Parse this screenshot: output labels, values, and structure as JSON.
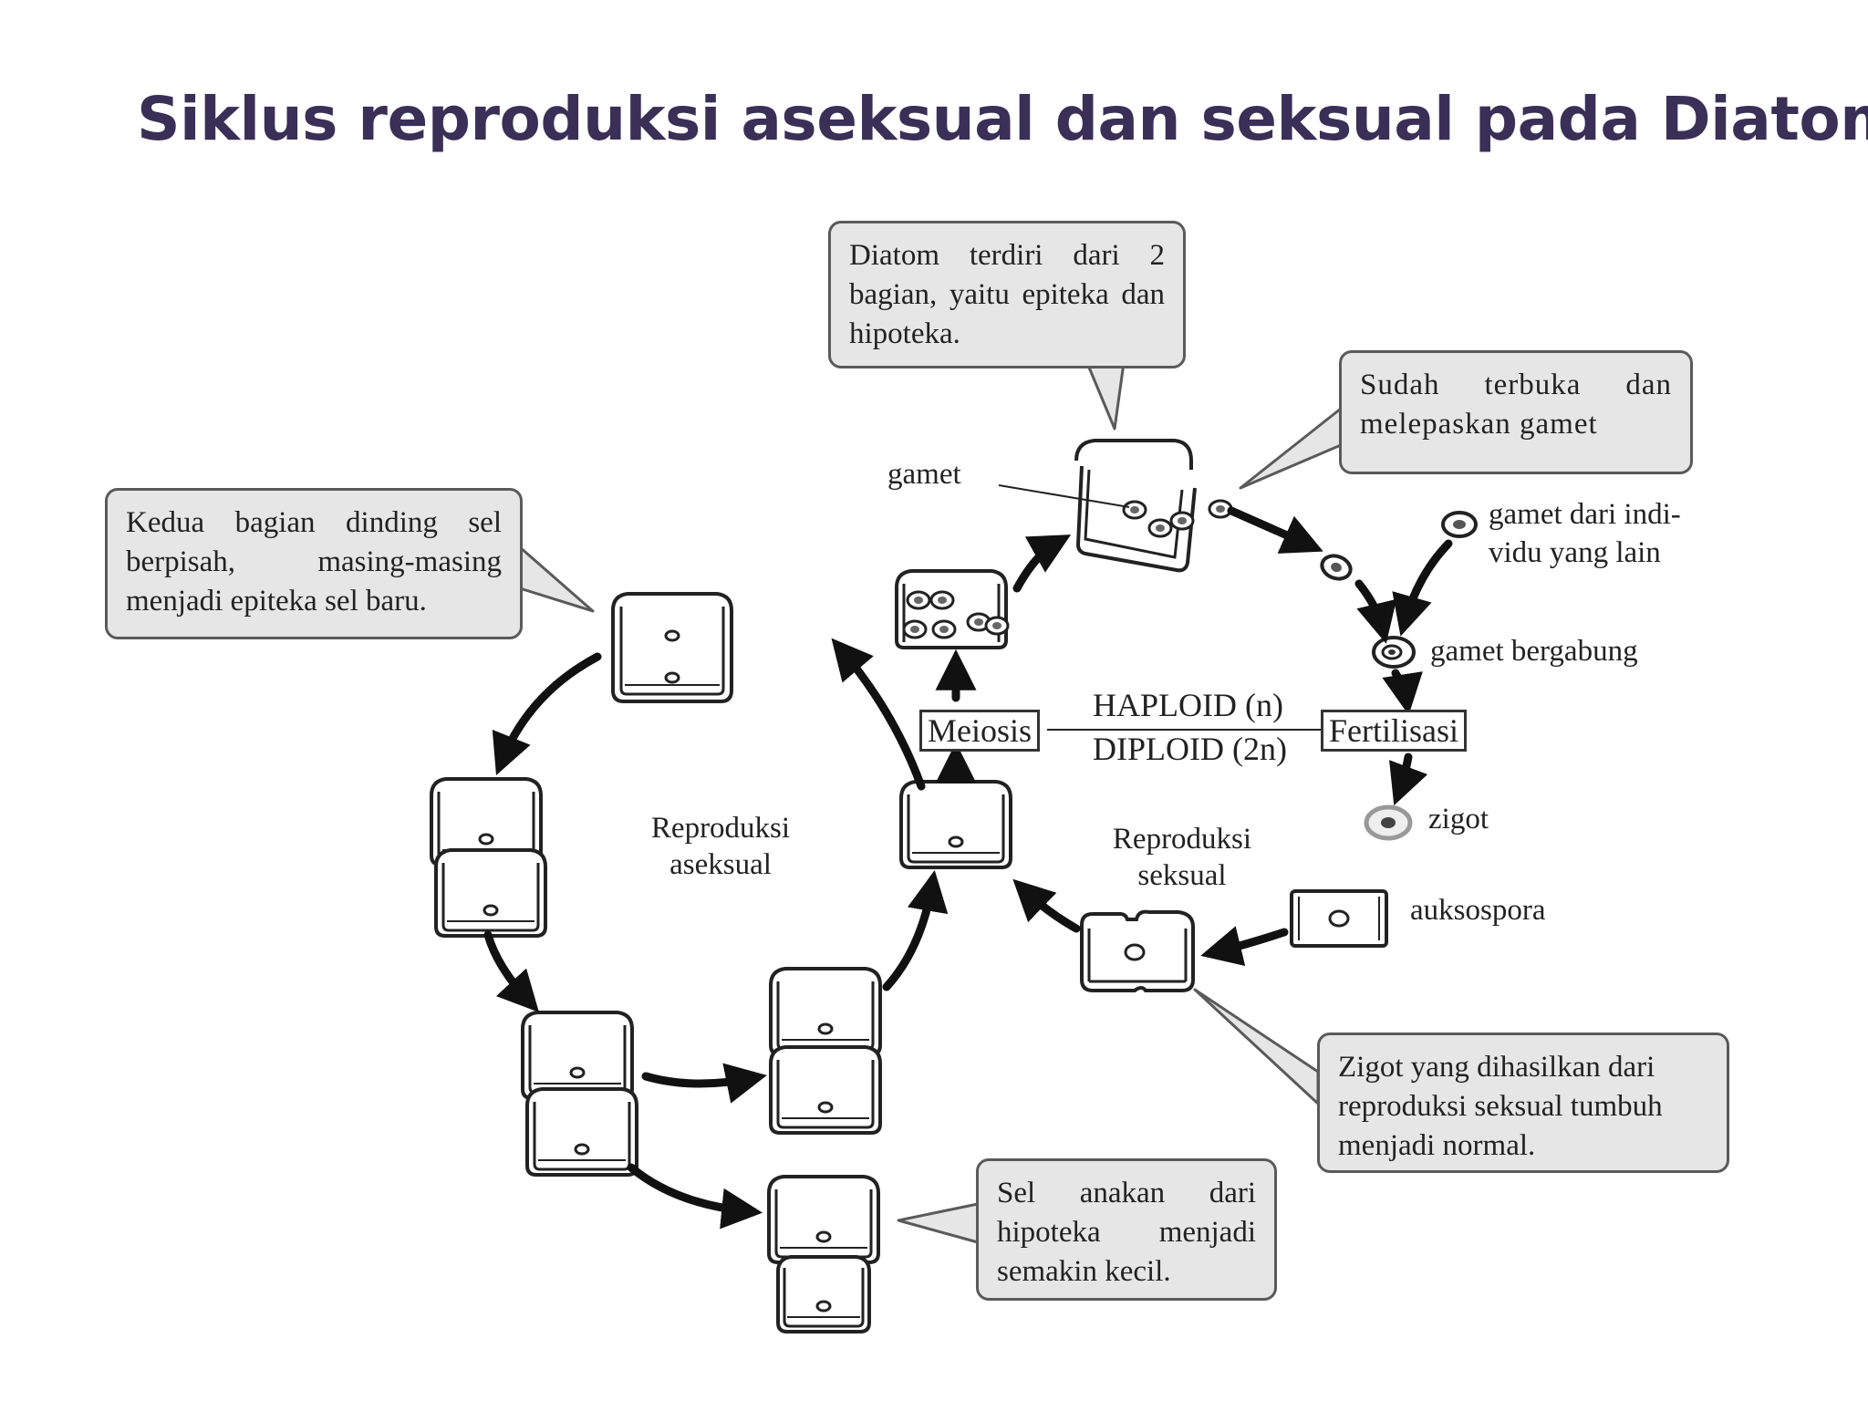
{
  "slide": {
    "title": "Siklus reproduksi aseksual dan seksual pada Diatom"
  },
  "callouts": {
    "diatom_parts": "Diatom terdiri dari 2 bagian, yaitu epiteka dan hipoteka.",
    "open_release": "Sudah terbuka dan melepaskan gamet",
    "walls_separate": "Kedua bagian dinding sel berpisah, masing-masing menjadi epiteka sel baru.",
    "zygote_normal": "Zigot yang dihasilkan dari reproduksi seksual tumbuh menjadi normal.",
    "daughter_smaller": "Sel anakan dari hipoteka menjadi semakin kecil."
  },
  "labels": {
    "gamet": "gamet",
    "gamet_other_1": "gamet dari indi-",
    "gamet_other_2": "vidu yang lain",
    "gamet_join": "gamet bergabung",
    "zigot": "zigot",
    "auksospora": "auksospora",
    "asexual_1": "Reproduksi",
    "asexual_2": "aseksual",
    "sexual_1": "Reproduksi",
    "sexual_2": "seksual",
    "meiosis": "Meiosis",
    "fertilisasi": "Fertilisasi",
    "haploid": "HAPLOID (n)",
    "diploid": "DIPLOID (2n)"
  },
  "colors": {
    "title": "#3a2f56",
    "callout_fill": "#e6e6e6",
    "callout_border": "#5a5a5a",
    "ink": "#222222"
  }
}
